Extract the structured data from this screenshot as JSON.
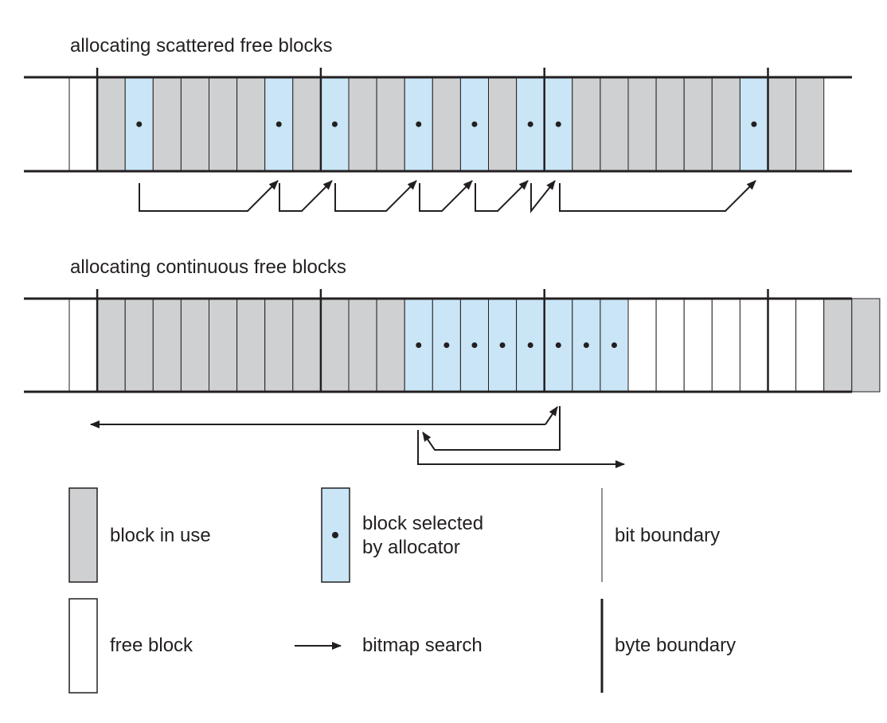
{
  "colors": {
    "in_use": "#cfd0d2",
    "free": "#ffffff",
    "selected": "#c9e5f6",
    "ink": "#231f20"
  },
  "scattered": {
    "title": "allocating scattered free blocks",
    "blocks": [
      "free",
      "used",
      "sel",
      "used",
      "used",
      "used",
      "used",
      "sel",
      "used",
      "sel",
      "used",
      "used",
      "sel",
      "used",
      "sel",
      "used",
      "sel",
      "sel",
      "used",
      "used",
      "used",
      "used",
      "used",
      "used",
      "sel",
      "used",
      "used"
    ]
  },
  "continuous": {
    "title": "allocating continuous free blocks",
    "blocks": [
      "free",
      "used",
      "used",
      "used",
      "used",
      "used",
      "used",
      "used",
      "used",
      "used",
      "used",
      "used",
      "sel",
      "sel",
      "sel",
      "sel",
      "sel",
      "sel",
      "sel",
      "sel",
      "free",
      "free",
      "free",
      "free",
      "free",
      "free",
      "free",
      "used",
      "used"
    ]
  },
  "legend": {
    "in_use": "block in use",
    "selected_line1": "block selected",
    "selected_line2": "by allocator",
    "bit_boundary": "bit boundary",
    "free": "free block",
    "search": "bitmap search",
    "byte_boundary": "byte boundary"
  }
}
